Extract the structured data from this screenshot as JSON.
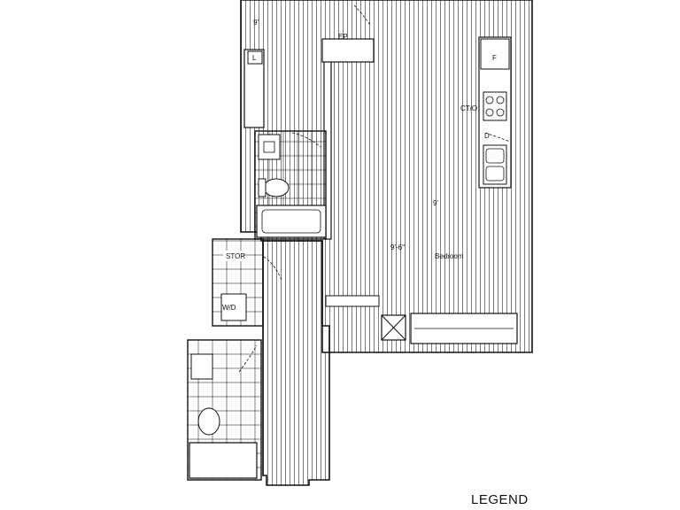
{
  "labels": {
    "ceiling_top": "9'",
    "electrical_panel": "EP",
    "linen": "L",
    "fridge": "F",
    "cooktop_oven": "CT/O",
    "dishwasher": "D",
    "ceiling_living": "9'",
    "bedroom_ceiling": "9'-6\"",
    "bedroom": "Bedroom",
    "storage": "STOR",
    "washer_dryer": "W/D"
  },
  "legend_title": "LEGEND",
  "colors": {
    "line": "#111111",
    "background": "#ffffff"
  }
}
